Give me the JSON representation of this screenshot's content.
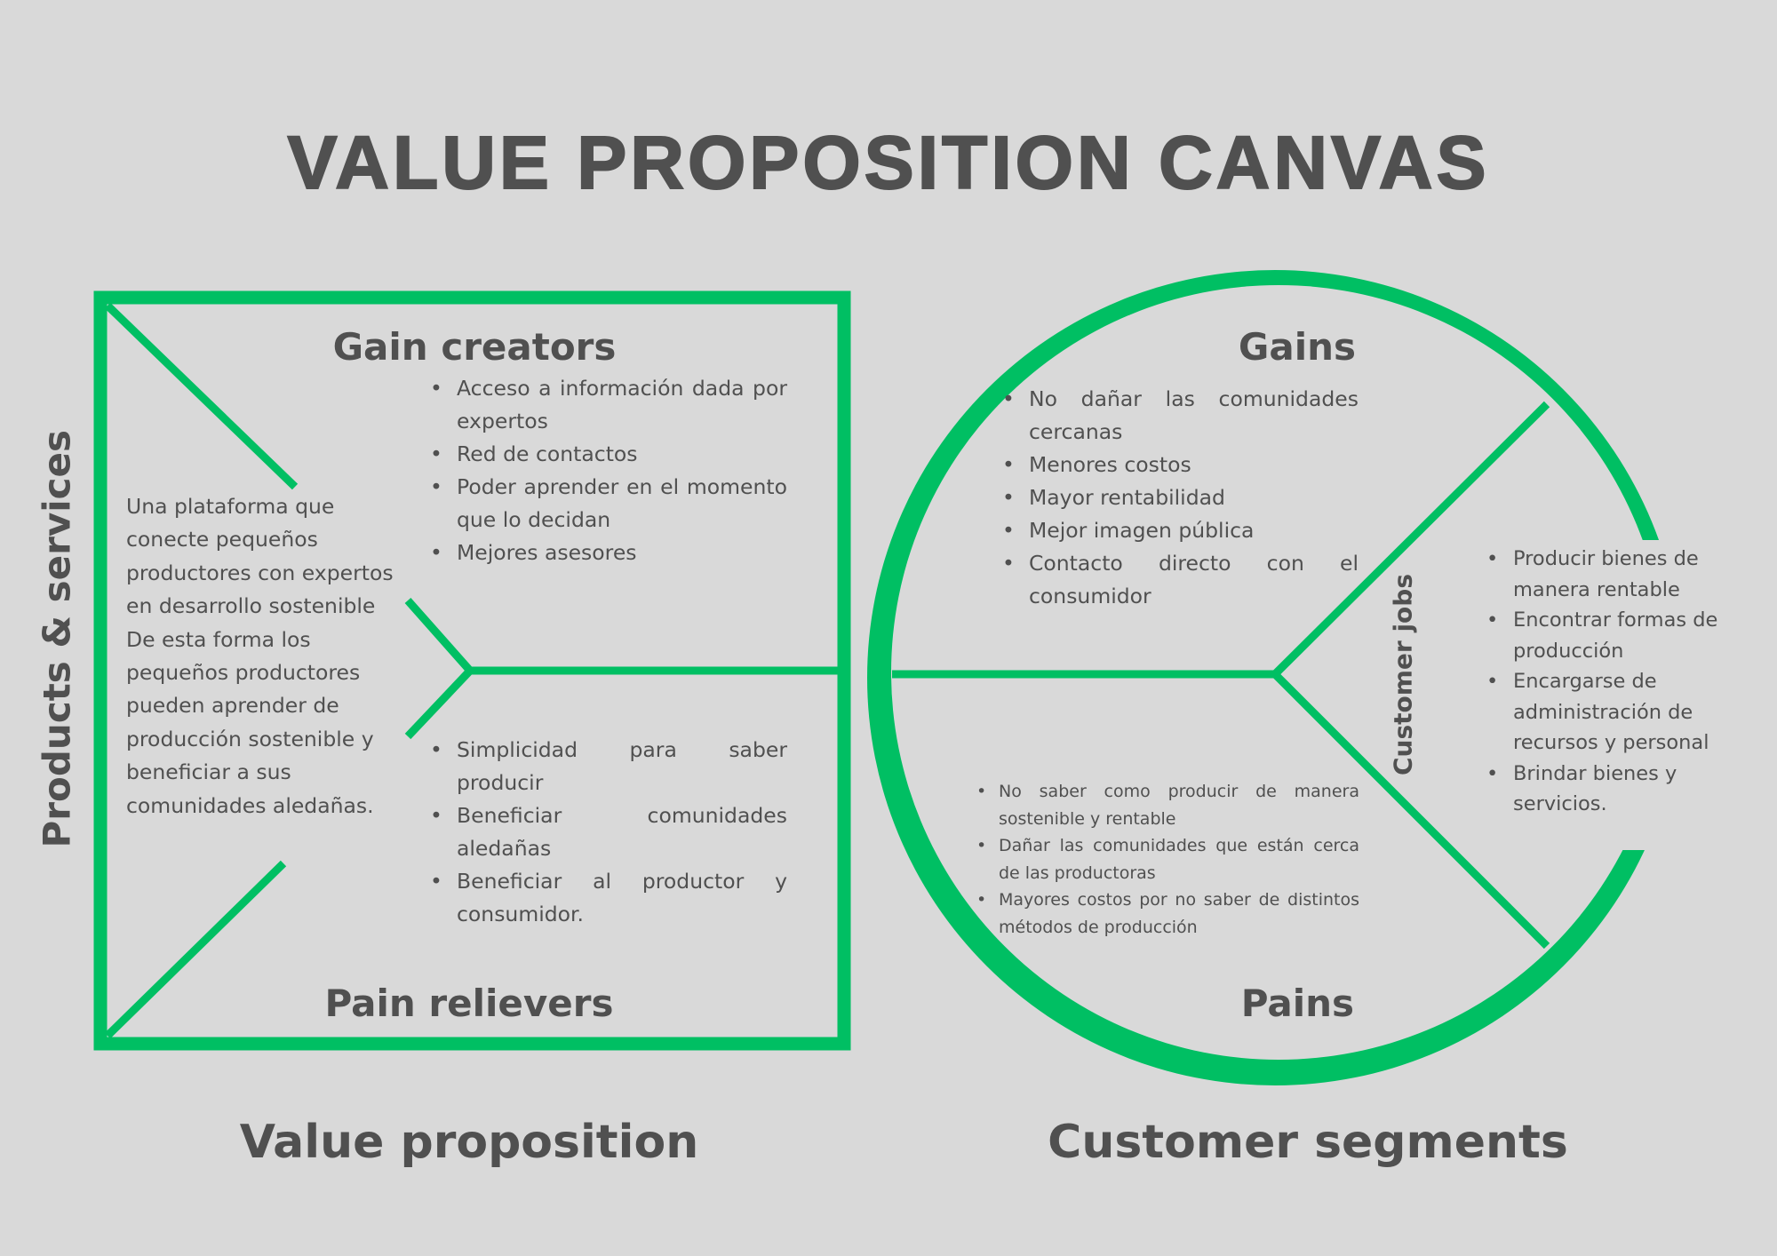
{
  "title": "VALUE PROPOSITION CANVAS",
  "colors": {
    "background": "#d9d9d9",
    "accent": "#00bf63",
    "text": "#505050"
  },
  "value_proposition": {
    "label": "Value proposition",
    "products_services": {
      "label": "Products & services",
      "text": "Una plataforma que conecte pequeños productores con expertos en desarrollo sostenible De esta forma los pequeños productores pueden aprender de producción sostenible y beneficiar a sus comunidades aledañas."
    },
    "gain_creators": {
      "label": "Gain creators",
      "items": [
        "Acceso a información dada por expertos",
        "Red de contactos",
        "Poder aprender en el momento que lo decidan",
        "Mejores asesores"
      ]
    },
    "pain_relievers": {
      "label": "Pain relievers",
      "items": [
        "Simplicidad para saber producir",
        "Beneficiar comunidades aledañas",
        "Beneficiar al productor y consumidor."
      ]
    }
  },
  "customer_segments": {
    "label": "Customer segments",
    "gains": {
      "label": "Gains",
      "items": [
        "No dañar las comunidades cercanas",
        "Menores costos",
        "Mayor rentabilidad",
        "Mejor imagen pública",
        "Contacto directo con el consumidor"
      ]
    },
    "pains": {
      "label": "Pains",
      "items": [
        "No saber como producir de manera sostenible y rentable",
        "Dañar las comunidades que están cerca de las productoras",
        "Mayores costos por no saber de distintos métodos de producción"
      ]
    },
    "customer_jobs": {
      "label": "Customer jobs",
      "items": [
        "Producir bienes de manera rentable",
        "Encontrar formas de producción",
        "Encargarse de administración de recursos y personal",
        "Brindar bienes y servicios."
      ]
    }
  }
}
